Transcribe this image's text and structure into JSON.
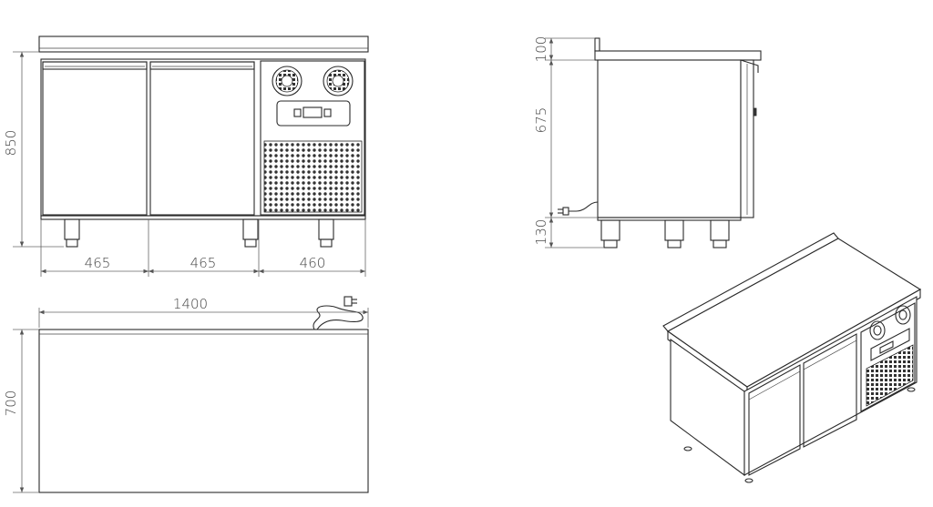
{
  "front_view": {
    "height_dim": "850",
    "width_dims": [
      "465",
      "465",
      "460"
    ]
  },
  "side_view": {
    "dims": [
      "100",
      "675",
      "130"
    ]
  },
  "top_view": {
    "width_dim": "1400",
    "depth_dim": "700"
  },
  "colors": {
    "line": "#2a2a2a",
    "dimension": "#666666",
    "background": "#ffffff"
  }
}
